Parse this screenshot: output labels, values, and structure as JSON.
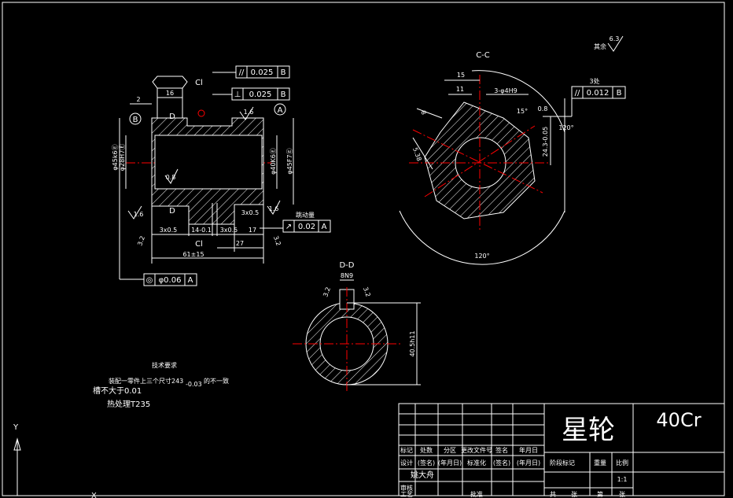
{
  "views": {
    "section_cc": "C-C",
    "section_dd": "D-D"
  },
  "frames": {
    "parallel": {
      "symbol": "//",
      "tol": "0.025",
      "datum": "B"
    },
    "perp": {
      "symbol": "⊥",
      "tol": "0.025",
      "datum": "B"
    },
    "conc": {
      "symbol": "◎",
      "tol": "φ0.06",
      "datum": "A"
    },
    "runout": {
      "symbol": "↗",
      "tol": "0.02",
      "datum": "A"
    },
    "parallel_cc": {
      "symbol": "//",
      "tol": "0.012",
      "datum": "B"
    }
  },
  "datums": {
    "a": "A",
    "b": "B"
  },
  "dims": {
    "d16": "16",
    "d2": "2",
    "d45k6": "φ45k6Ⓔ",
    "d28h7": "φ28H7Ⓔ",
    "d40k6": "φ40K6Ⓔ",
    "d45f7": "φ45F7Ⓔ",
    "d3x05a": "3x0.5",
    "d14": "14-0.1",
    "d3x05b": "3x0.5",
    "d17": "17",
    "d3x05c": "3x0.5",
    "d27": "27",
    "d61": "61±15",
    "r16a": "1.6",
    "r16b": "1.6",
    "r16c": "1.6",
    "r08": "0.8",
    "r32a": "3.2",
    "r32b": "3.2",
    "cl_top": "Cl",
    "cl_bot": "Cl",
    "d_upper": "D",
    "d_lower": "D",
    "c15": "15",
    "c11": "11",
    "c3phi4": "3-φ4H9",
    "c8": "8",
    "c15deg": "15°",
    "c08": "0.8",
    "c243": "24.3-0.05",
    "c120a": "120°",
    "c120b": "120°",
    "c5e38": "5.38",
    "c3k": "3处",
    "c6e3": "6.3",
    "c_all": "其余",
    "dd_8n9": "8N9",
    "dd_40": "40.5h11",
    "dd_32a": "3.2",
    "dd_32b": "3.2",
    "note_label": "跳动量"
  },
  "notes": {
    "title": "技术要求",
    "line1": "装配一零件上三个尺寸243",
    "line1_tol": "-0.03",
    "line1_tail": "的不一致",
    "line2": "槽不大于0.01",
    "line3": "热处理T235"
  },
  "title_block": {
    "part_name": "星轮",
    "material": "40Cr",
    "scale": "1:1",
    "drawn_by": "姚大舟",
    "row_labels": [
      "标记",
      "处数",
      "分区",
      "更改文件号",
      "签名",
      "年月日"
    ],
    "row2": [
      "设计",
      "(签名)",
      "(年月日)",
      "标准化",
      "(签名)",
      "(年月日)"
    ],
    "stage_mark": "阶段标记",
    "weight": "重量",
    "scale_label": "比例",
    "review": "审核",
    "process": "工艺",
    "approve": "批准",
    "sheet": "共",
    "sheet2": "张",
    "sheet3": "第",
    "sheet4": "张"
  },
  "ucs": {
    "y": "Y",
    "x": "X"
  },
  "colors": {
    "background": "#000000",
    "outline": "#ffffff",
    "center": "#ff0000",
    "hatch": "#ffffff"
  }
}
